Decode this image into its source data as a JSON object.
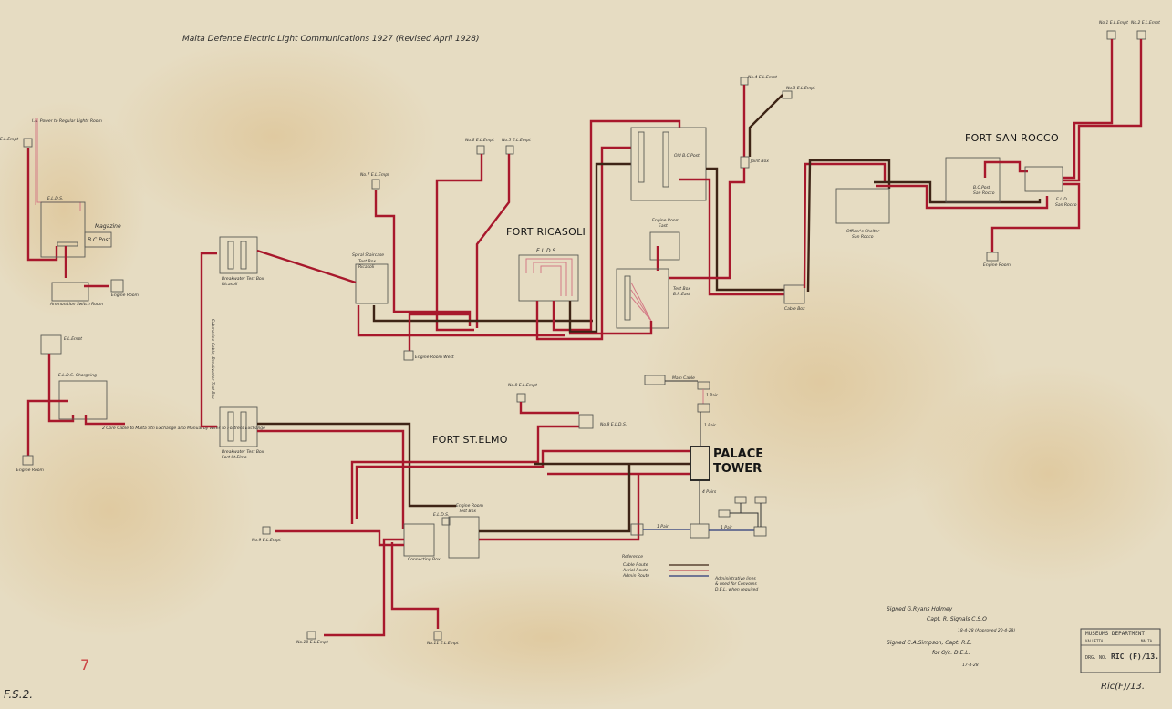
{
  "title": "Malta Defence Electric Light Communications 1927 (Revised April 1928)",
  "forts": {
    "ricasoli": "FORT RICASOLI",
    "san_rocco": "FORT SAN ROCCO",
    "st_elmo": "FORT ST.ELMO",
    "palace_tower_1": "PALACE",
    "palace_tower_2": "TOWER"
  },
  "left_section": {
    "top_note": "I.A. Power to Regular Lights Room",
    "el_empt_top": "E.L.Empt",
    "elds": "E.L.D.S.",
    "magazine": "Magazine",
    "bc_post": "B.C.Post",
    "ammunition_switch_room": "Ammunition Switch Room",
    "engine_room_1": "Engine Room",
    "el_empt_lower": "E.L.Empt",
    "elds_charging": "E.L.D.S. Chargeing",
    "cable_note": "2 Core Cable to Malta Stn Exchange also Manual by wires to Fortress Exchange",
    "engine_room_2": "Engine Room"
  },
  "ricasoli": {
    "breakwater_box": [
      "Breakwater Test Box",
      "Ricasoli"
    ],
    "submarine_cable": "Submarine Cable, Breakwater Test Box",
    "spiral_staircase": [
      "Spiral Staircase",
      "Test Box",
      "Ricasoli"
    ],
    "no7": "No.7 E.L.Empt",
    "no6": "No.6 E.L.Empt",
    "no5": "No.5 E.L.Empt",
    "elds": "E.L.D.S.",
    "engine_room_west": "Engine Room West",
    "old_bc_post": "Old B.C.Post",
    "no4": "No.4 E.L.Empt",
    "no3": "No.3 E.L.Empt",
    "joint_box": "Joint Box",
    "engine_room_east": [
      "Engine Room",
      "East"
    ],
    "test_box_east": [
      "Test Box",
      "B.R.East"
    ],
    "cable_box": "Cable Box"
  },
  "san_rocco": {
    "officers_shelter": [
      "Officer's Shelter",
      "San Rocco"
    ],
    "bc_post": [
      "B.C.Post",
      "San Rocco"
    ],
    "eld": [
      "E.L.D.",
      "San Rocco"
    ],
    "no1": "No.1 E.L.Empt",
    "no2": "No.2 E.L.Empt",
    "engine_room": "Engine Room"
  },
  "st_elmo": {
    "breakwater_box": [
      "Breakwater Test Box",
      "Fort St.Elmo"
    ],
    "no8": "No.8 E.L.Empt",
    "no8_elds": "No.8 E.L.D.S.",
    "engine_room_box": [
      "Engine Room",
      "Test Box"
    ],
    "elds": "E.L.D.S.",
    "connecting_box": "Connecting Box",
    "no9": "No.9 E.L.Empt",
    "no10": "No.10 E.L.Empt",
    "no11": "No.11 E.L.Empt"
  },
  "palace": {
    "main_cable": "Main Cable",
    "pair_1": "1 Pair",
    "pair_2": "1 Pair",
    "pairs_down": "4 Pairs",
    "pair_left": "1 Pair",
    "pair_right": "1 Pair"
  },
  "legend": {
    "title": "Reference",
    "cable": "Cable Route",
    "aerial": "Aerial Route",
    "admin": "Admin Route",
    "color_cable": "#3e2416",
    "color_aerial": "#a8182c",
    "color_admin": "#2a3a7a",
    "note": [
      "Administrative lines",
      "& used for Convoms",
      "D.E.L. when required"
    ]
  },
  "signatures": {
    "line1": "Signed G.Ryans Holmey",
    "line2": "Capt. R. Signals C.S.O",
    "line3": "18-4-28 (Approved 20-4-28)",
    "line4": "Signed C.A.Simpson, Capt. R.E.",
    "line5": "for O/c. D.E.L.",
    "line6": "17-4-28"
  },
  "stamp": {
    "dept": "MUSEUMS DEPARTMENT",
    "city": "VALLETTA",
    "country": "MALTA",
    "drg_label": "DRG. NO.",
    "drg_no": "RIC (F)/13."
  },
  "annotations": {
    "handwritten_ref": "Ric(F)/13.",
    "corner_mark": "F.S.2.",
    "red_mark": "7"
  }
}
